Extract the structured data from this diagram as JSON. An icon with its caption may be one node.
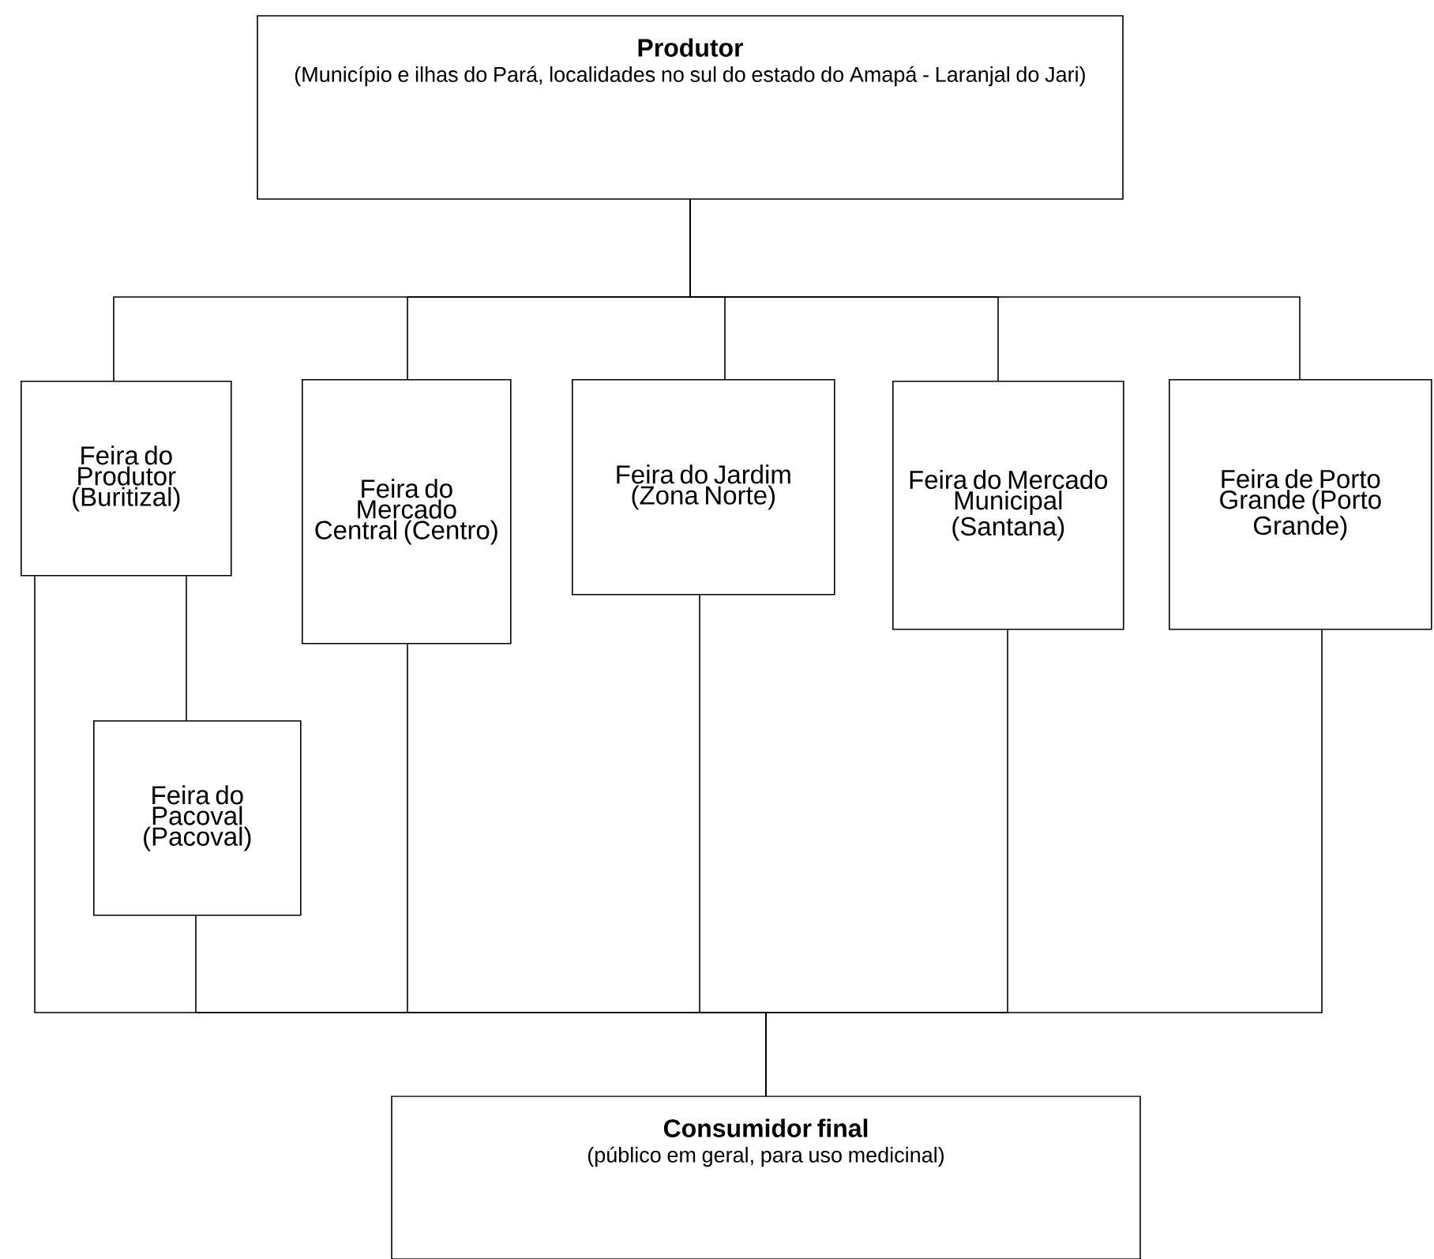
{
  "diagram": {
    "nodes": [
      {
        "text": [
          "Produtor",
          "(Município e ilhas do Pará, localidades no sul do estado do Amapá - Laranjal do Jari)"
        ]
      },
      {
        "text": [
          "Feira do Produtor (Buritizal)"
        ]
      },
      {
        "text": [
          "Feira do Mercado Central (Centro)"
        ]
      },
      {
        "text": [
          "Feira do Jardim (Zona Norte)"
        ]
      },
      {
        "text": [
          "Feira do Mercado Municipal (Santana)"
        ]
      },
      {
        "text": [
          "Feira de Porto Grande (Porto Grande)"
        ]
      },
      {
        "text": [
          "Feira do Pacoval (Pacoval)"
        ]
      },
      {
        "text": [
          "Consumidor final",
          "(público em geral, para uso medicinal)"
        ]
      }
    ],
    "edges": [
      {
        "from": 0,
        "to": 1,
        "arrow": "none"
      },
      {
        "from": 0,
        "to": 2,
        "arrow": "none"
      },
      {
        "from": 0,
        "to": 3,
        "arrow": "none"
      },
      {
        "from": 0,
        "to": 4,
        "arrow": "none"
      },
      {
        "from": 0,
        "to": 5,
        "arrow": "none"
      },
      {
        "from": 1,
        "to": 6,
        "arrow": "none"
      },
      {
        "from": 1,
        "to": 7,
        "arrow": "none"
      },
      {
        "from": 6,
        "to": 7,
        "arrow": "none"
      },
      {
        "from": 2,
        "to": 7,
        "arrow": "none"
      },
      {
        "from": 3,
        "to": 7,
        "arrow": "none"
      },
      {
        "from": 4,
        "to": 7,
        "arrow": "none"
      },
      {
        "from": 5,
        "to": 7,
        "arrow": "none"
      }
    ]
  }
}
